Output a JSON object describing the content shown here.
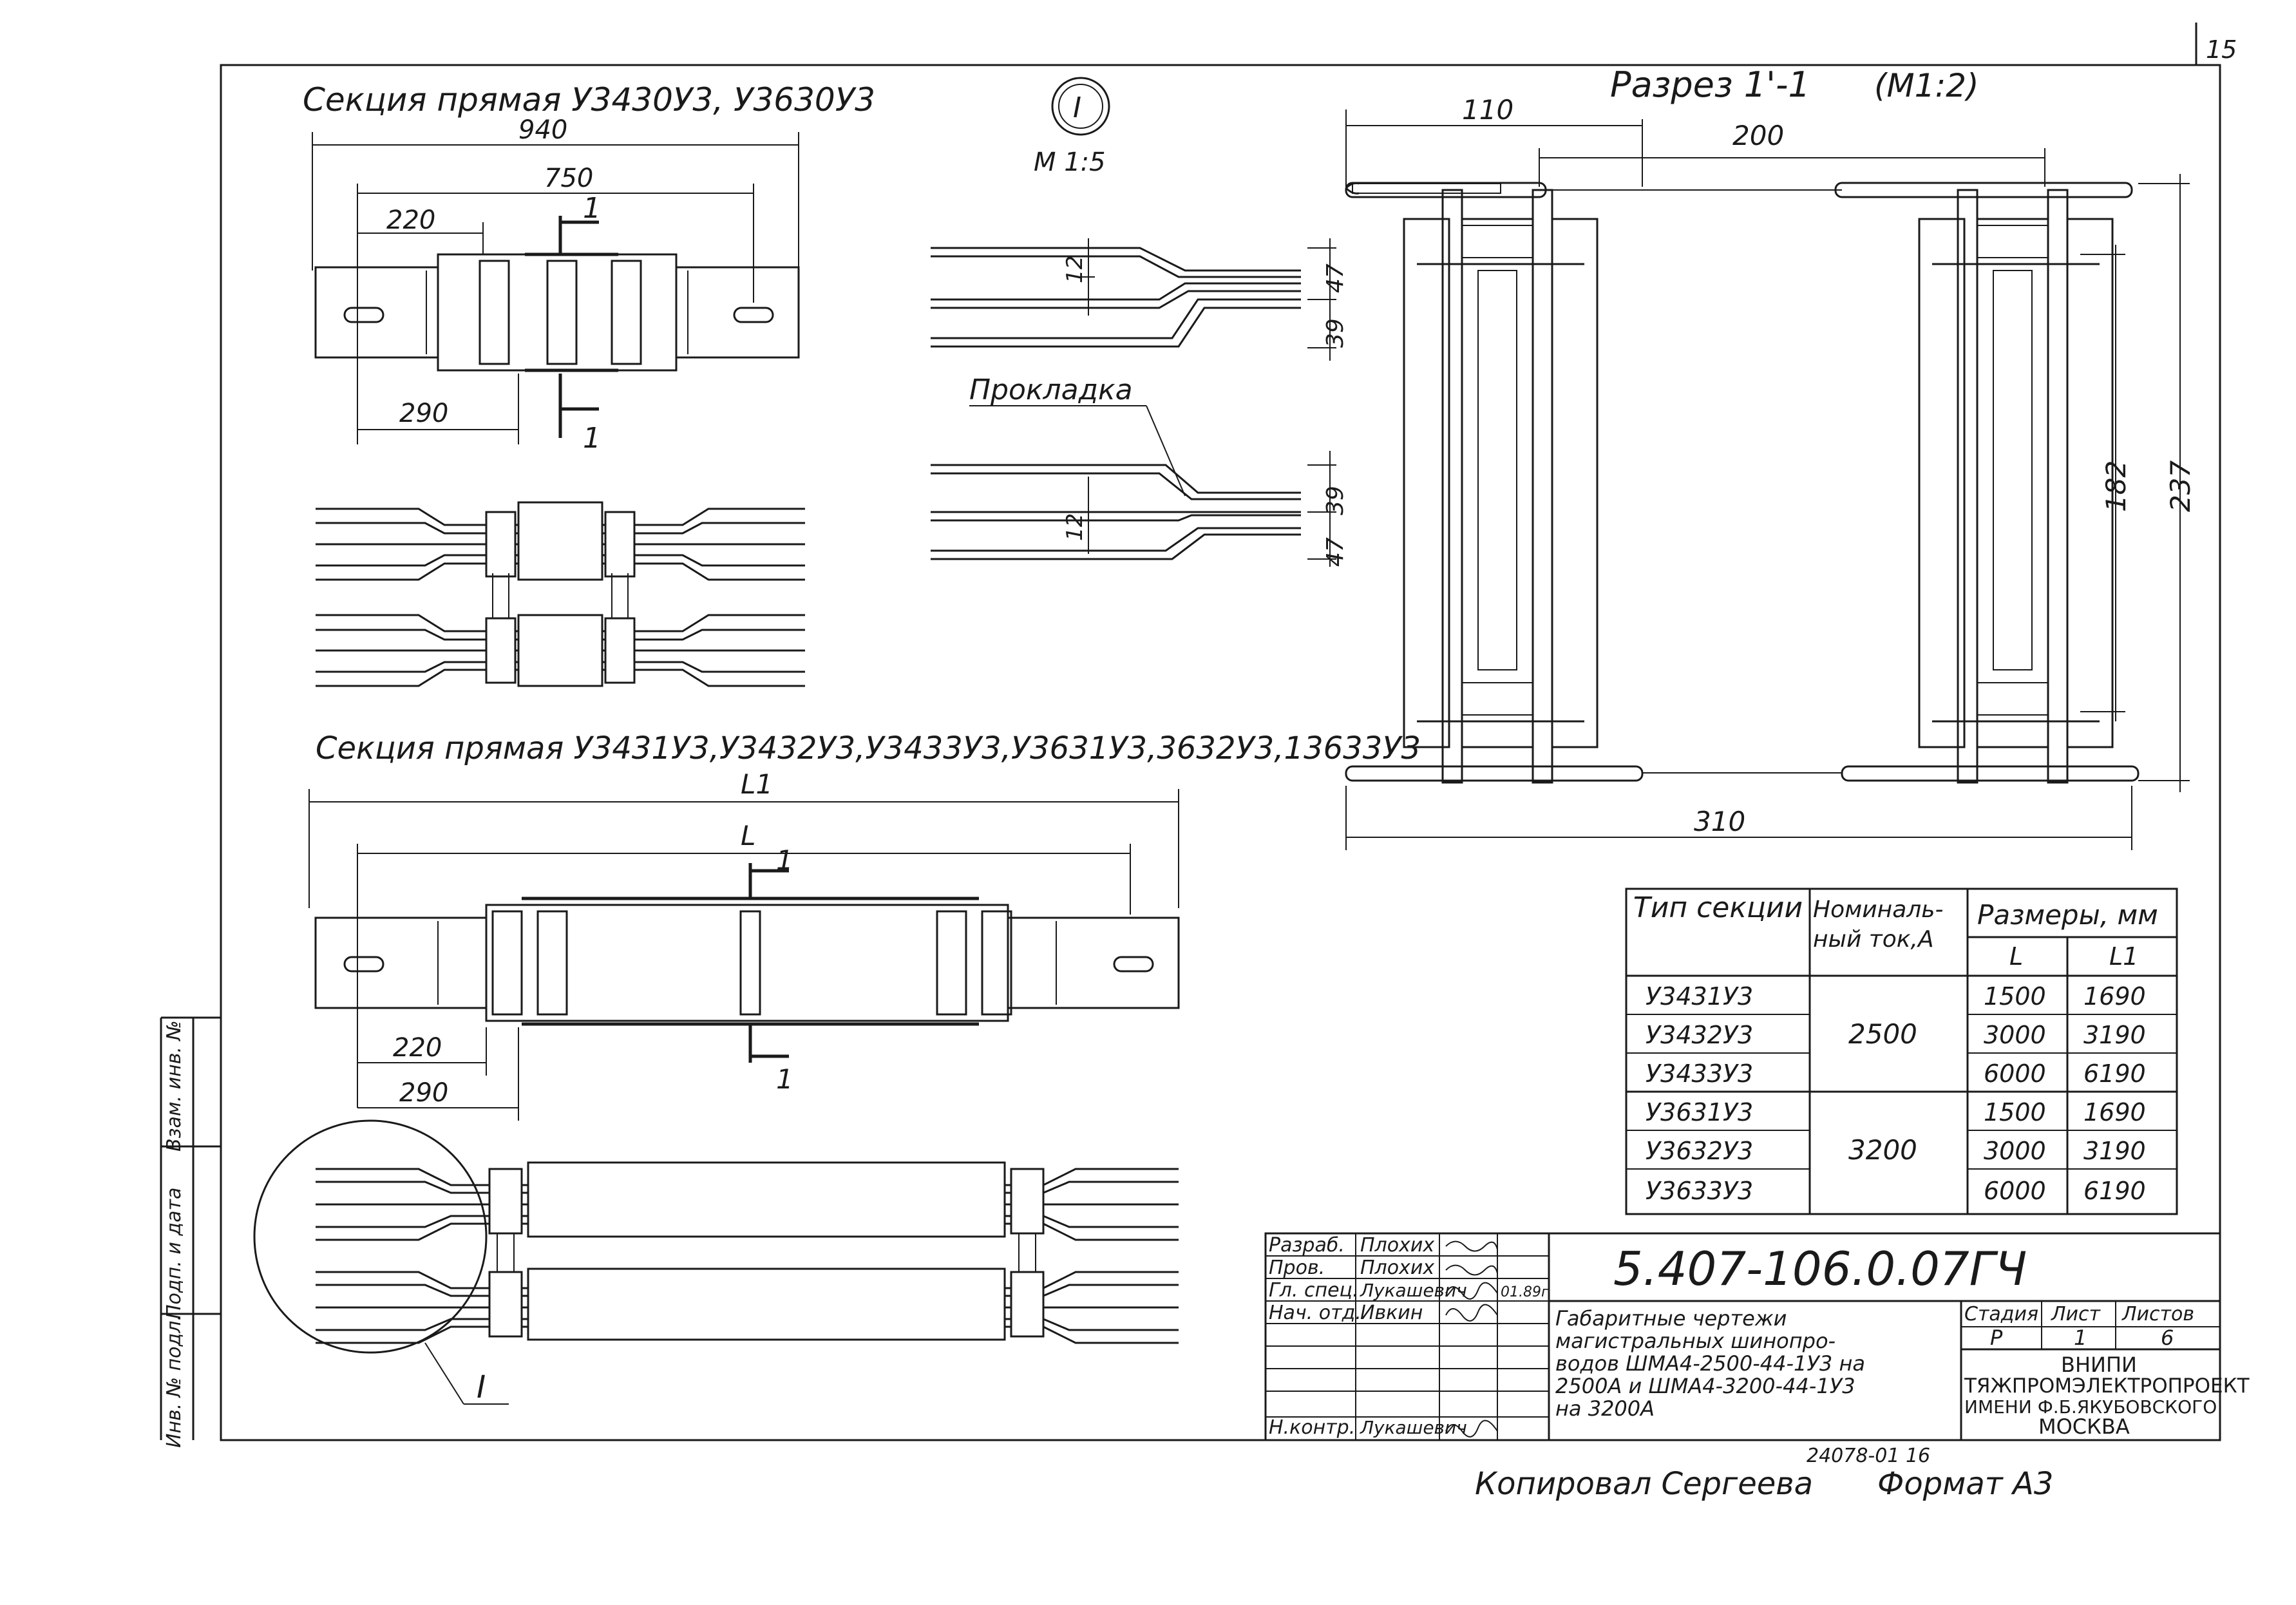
{
  "page_number": "15",
  "top_left": {
    "title": "Секция прямая У3430У3, У3630У3",
    "dims": {
      "d940": "940",
      "d750": "750",
      "d220": "220",
      "d290": "290"
    },
    "section_mark": "1"
  },
  "detail": {
    "marker": "I",
    "scale": "М 1:5",
    "dims": {
      "d47a": "47",
      "d39a": "39",
      "d12a": "12",
      "d39b": "39",
      "d47b": "47",
      "d12b": "12"
    },
    "label": "Прокладка"
  },
  "section_view": {
    "title": "Разрез 1'-1",
    "scale": "(М1:2)",
    "dims": {
      "d110": "110",
      "d200": "200",
      "d182": "182",
      "d237": "237",
      "d310": "310"
    }
  },
  "middle": {
    "title": "Секция прямая У3431У3,У3432У3,У3433У3,У3631У3,3632У3,13633У3",
    "dims": {
      "L1": "L1",
      "L": "L",
      "d220": "220",
      "d290": "290"
    },
    "section_mark": "1",
    "detail_marker": "I"
  },
  "spec_table": {
    "headers": {
      "type": "Тип секции",
      "current": "Номиналь-ный ток,А",
      "sizes": "Размеры, мм",
      "L": "L",
      "L1": "L1"
    },
    "groups": [
      {
        "current": "2500",
        "rows": [
          {
            "type": "У3431У3",
            "L": "1500",
            "L1": "1690"
          },
          {
            "type": "У3432У3",
            "L": "3000",
            "L1": "3190"
          },
          {
            "type": "У3433У3",
            "L": "6000",
            "L1": "6190"
          }
        ]
      },
      {
        "current": "3200",
        "rows": [
          {
            "type": "У3631У3",
            "L": "1500",
            "L1": "1690"
          },
          {
            "type": "У3632У3",
            "L": "3000",
            "L1": "3190"
          },
          {
            "type": "У3633У3",
            "L": "6000",
            "L1": "6190"
          }
        ]
      }
    ]
  },
  "side_stamp": {
    "col1": "Взам. инв. №",
    "col2": "Подп. и дата",
    "col3": "Инв. № подл."
  },
  "title_block": {
    "roles": [
      {
        "role": "Разраб.",
        "name": "Плохих"
      },
      {
        "role": "Пров.",
        "name": "Плохих"
      },
      {
        "role": "Гл. спец.",
        "name": "Лукашевич",
        "date": "01.89г"
      },
      {
        "role": "Нач. отд.",
        "name": "Ивкин"
      },
      {
        "role": "Н.контр.",
        "name": "Лукашевич"
      }
    ],
    "doc_code": "5.407-106.0.07ГЧ",
    "description": [
      "Габаритные чертежи",
      "магистральных шинопро-",
      "водов ШМА4-2500-44-1У3 на",
      "2500А и ШМА4-3200-44-1У3",
      "на 3200А"
    ],
    "stage_label": "Стадия",
    "stage": "Р",
    "sheet_label": "Лист",
    "sheet": "1",
    "sheets_label": "Листов",
    "sheets": "6",
    "org": [
      "ВНИПИ",
      "ТЯЖПРОМЭЛЕКТРОПРОЕКТ",
      "ИМЕНИ Ф.Б.ЯКУБОВСКОГО",
      "МОСКВА"
    ]
  },
  "footer": {
    "archive_no": "24078-01 16",
    "copied_by": "Копировал  Сергеева",
    "format": "Формат А3"
  }
}
